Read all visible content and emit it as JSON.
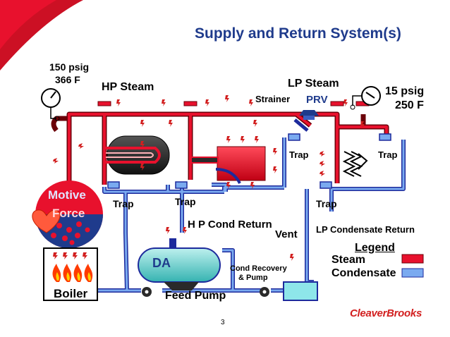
{
  "title": "Supply and Return System(s)",
  "page_number": "3",
  "brand": "CleaverBrooks",
  "labels": {
    "hp_pressure": "150 psig",
    "hp_temperature": "366 F",
    "hp_steam": "HP Steam",
    "lp_steam": "LP Steam",
    "strainer": "Strainer",
    "prv": "PRV",
    "lp_pressure": "15 psig",
    "lp_temperature": "250 F",
    "trap": "Trap",
    "motive_1": "Motive",
    "motive_2": "Force",
    "hp_cond_return": "H P Cond Return",
    "vent": "Vent",
    "lp_condensate_return": "LP Condensate Return",
    "da": "DA",
    "cond_recovery_1": "Cond Recovery",
    "cond_recovery_2": "& Pump",
    "boiler": "Boiler",
    "feed_pump": "Feed Pump"
  },
  "legend": {
    "title": "Legend",
    "items": [
      {
        "label": "Steam",
        "color": "#e8112d"
      },
      {
        "label": "Condensate",
        "color": "#7aaaf0"
      }
    ]
  },
  "colors": {
    "steam": "#e8112d",
    "condensate": "#7aaaf0",
    "title": "#1f3b8c",
    "brand": "#d21f1f"
  }
}
